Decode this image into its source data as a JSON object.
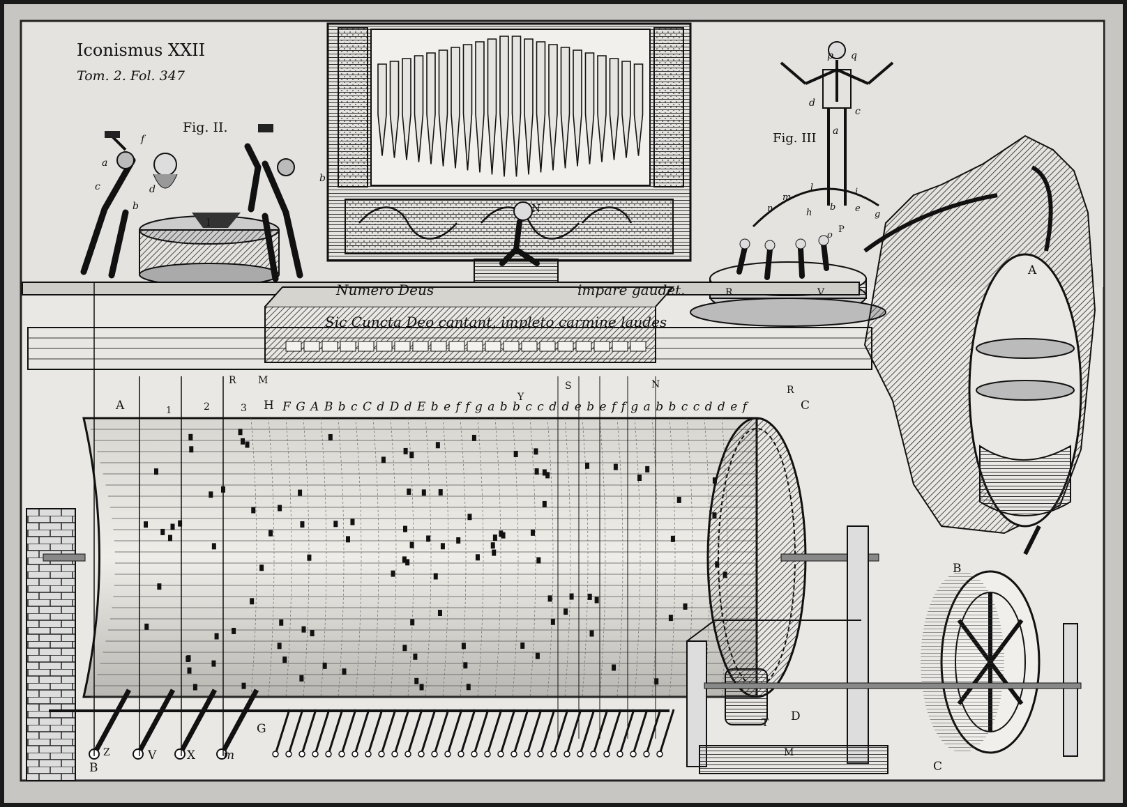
{
  "plate": {
    "title": "Iconismus XXII",
    "reference": "Tom. 2. Fol. 347",
    "fig2_label": "Fig. II.",
    "fig3_label": "Fig. III",
    "motto_left": "Numero Deus",
    "motto_right": "impare gaudet.",
    "motto_lower": "Sic Cuncta Deo cantant, impleto carmine laudes",
    "note_letters": "F G A B b c C d D d E b e f f g a b b c c d d e b e f f g a b b c c d d e f",
    "numbers": [
      "1",
      "2",
      "3"
    ],
    "letters": {
      "A_top": "A",
      "H": "H",
      "C_top": "C",
      "R_left": "R",
      "M": "M",
      "S": "S",
      "Y": "Y",
      "N_lower": "N",
      "R_right": "R",
      "B_bottom": "B",
      "Z": "Z",
      "V": "V",
      "X": "X",
      "m": "m",
      "G": "G",
      "T": "T",
      "D": "D",
      "M_bottom": "M",
      "B_wheel": "B",
      "C_wheel": "C",
      "A_tank": "A",
      "N_organ": "N",
      "fig2_a": "a",
      "fig2_b": "b",
      "fig2_c": "c",
      "fig2_d": "d",
      "fig2_f": "f",
      "fig2_I": "I",
      "skeleton_p": "p",
      "skeleton_q": "q",
      "skeleton_d": "d",
      "skeleton_c": "c",
      "skeleton_a": "a",
      "fig3_l": "l",
      "fig3_m": "m",
      "fig3_n": "n",
      "fig3_h": "h",
      "fig3_b": "b",
      "fig3_i": "i",
      "fig3_e": "e",
      "fig3_g": "g",
      "fig3_R": "R",
      "fig3_V": "V",
      "fig3_P": "P",
      "fig3_o": "o"
    }
  }
}
